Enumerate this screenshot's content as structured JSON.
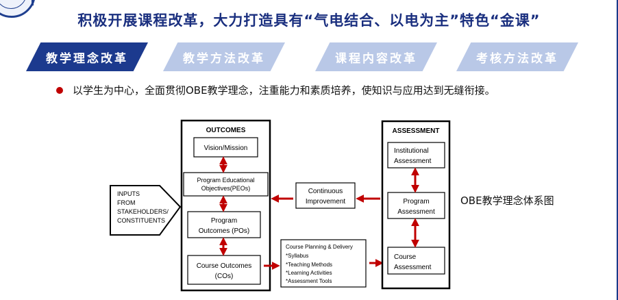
{
  "title": "积极开展课程改革，大力打造具有“气电结合、以电为主”特色“金课”",
  "tabs": [
    {
      "label": "教学理念改革",
      "active": true
    },
    {
      "label": "教学方法改革",
      "active": false
    },
    {
      "label": "课程内容改革",
      "active": false
    },
    {
      "label": "考核方法改革",
      "active": false
    }
  ],
  "bullet_text": "以学生为中心，全面贯彻OBE教学理念，注重能力和素质培养，使知识与应用达到无缝衔接。",
  "diagram": {
    "outcomes_title": "OUTCOMES",
    "vision": "Vision/Mission",
    "peo": [
      "Program Educational",
      "Objectives(PEOs)"
    ],
    "po": [
      "Program",
      "Outcomes (POs)"
    ],
    "co": [
      "Course Outcomes",
      "(COs)"
    ],
    "inputs": [
      "INPUTS",
      "FROM",
      "STAKEHOLDERS/",
      "CONSTITUENTS"
    ],
    "continuous": [
      "Continuous",
      "Improvement"
    ],
    "course_planning": [
      "Course Planning & Delivery",
      "*Syllabus",
      "*Teaching Methods",
      "*Learning Activities",
      "*Assessment Tools"
    ],
    "assessment_title": "ASSESSMENT",
    "institutional": [
      "Institutional",
      "Assessment"
    ],
    "program_assessment": [
      "Program",
      "Assessment"
    ],
    "course_assessment": [
      "Course",
      "Assessment"
    ]
  },
  "side_label": "OBE教学理念体系图",
  "colors": {
    "title": "#1a2f7f",
    "tab_active": "#1c3a8e",
    "tab_inactive": "#b9c8e7",
    "arrow": "#c00000"
  }
}
